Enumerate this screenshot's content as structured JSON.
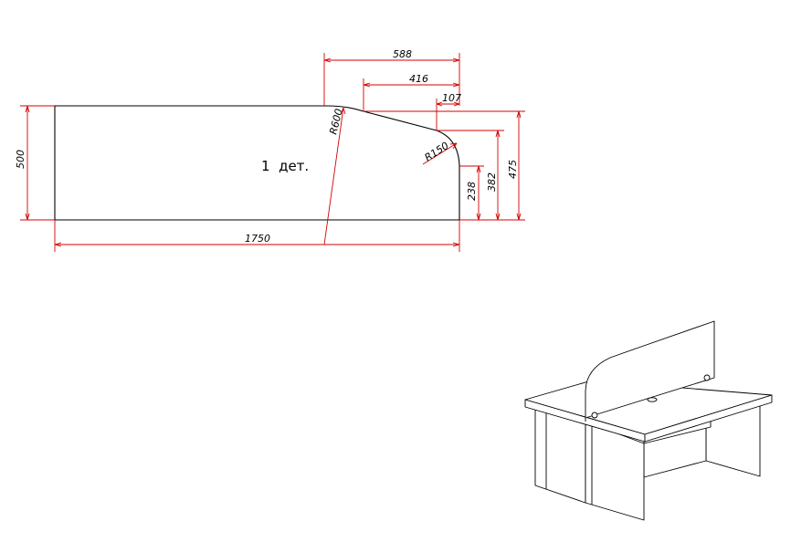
{
  "part_label": "1  дет.",
  "dimensions": {
    "width_1750": "1750",
    "height_500": "500",
    "top_588": "588",
    "top_416": "416",
    "top_107": "107",
    "radius_600": "R600",
    "radius_150": "R150",
    "height_238": "238",
    "height_382": "382",
    "height_475": "475"
  },
  "colors": {
    "dimension_lines": "#d40000",
    "outline": "#000000"
  }
}
